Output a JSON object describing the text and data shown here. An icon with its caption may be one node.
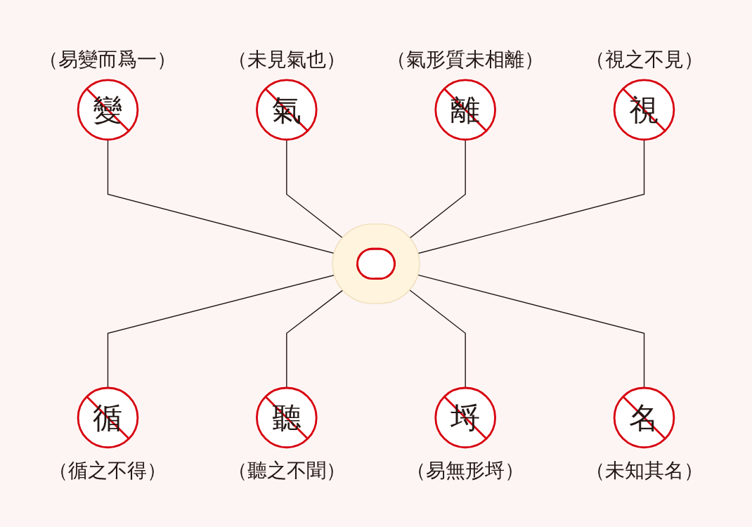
{
  "diagram": {
    "nodes": [
      {
        "text": [],
        "shape": "ellipse"
      },
      {
        "text": [
          "變"
        ],
        "beside": [
          "（易變而爲一）"
        ]
      },
      {
        "text": [
          "氣"
        ],
        "beside": [
          "（未見氣也）"
        ]
      },
      {
        "text": [
          "離"
        ],
        "beside": [
          "（氣形質未相離）"
        ]
      },
      {
        "text": [
          "視"
        ],
        "beside": [
          "（視之不見）"
        ]
      },
      {
        "text": [
          "循"
        ],
        "beside": [
          "（循之不得）"
        ]
      },
      {
        "text": [
          "聽"
        ],
        "beside": [
          "（聽之不聞）"
        ]
      },
      {
        "text": [
          "埒"
        ],
        "beside": [
          "（易無形埒）"
        ]
      },
      {
        "text": [
          "名"
        ],
        "beside": [
          "（未知其名）"
        ]
      }
    ],
    "edges": [
      {
        "from": 1,
        "to": 0,
        "arrow": "none"
      },
      {
        "from": 2,
        "to": 0,
        "arrow": "none"
      },
      {
        "from": 3,
        "to": 0,
        "arrow": "none"
      },
      {
        "from": 4,
        "to": 0,
        "arrow": "none"
      },
      {
        "from": 0,
        "to": 5,
        "arrow": "none"
      },
      {
        "from": 0,
        "to": 6,
        "arrow": "none"
      },
      {
        "from": 0,
        "to": 7,
        "arrow": "none"
      },
      {
        "from": 0,
        "to": 8,
        "arrow": "none"
      }
    ]
  }
}
